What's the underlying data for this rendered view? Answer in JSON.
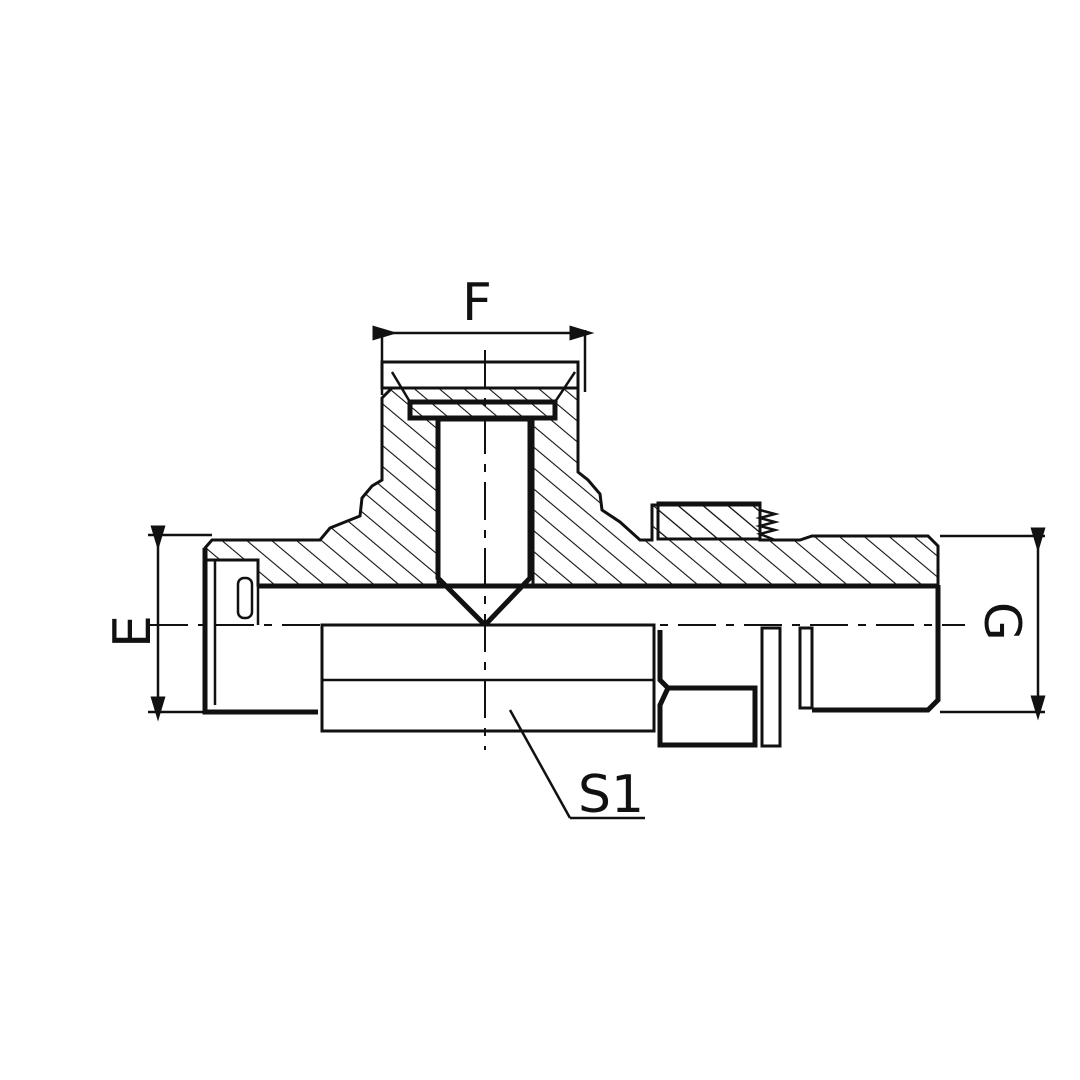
{
  "labels": {
    "dim_top": "F",
    "dim_left": "E",
    "dim_right": "G",
    "callout": "S1"
  }
}
